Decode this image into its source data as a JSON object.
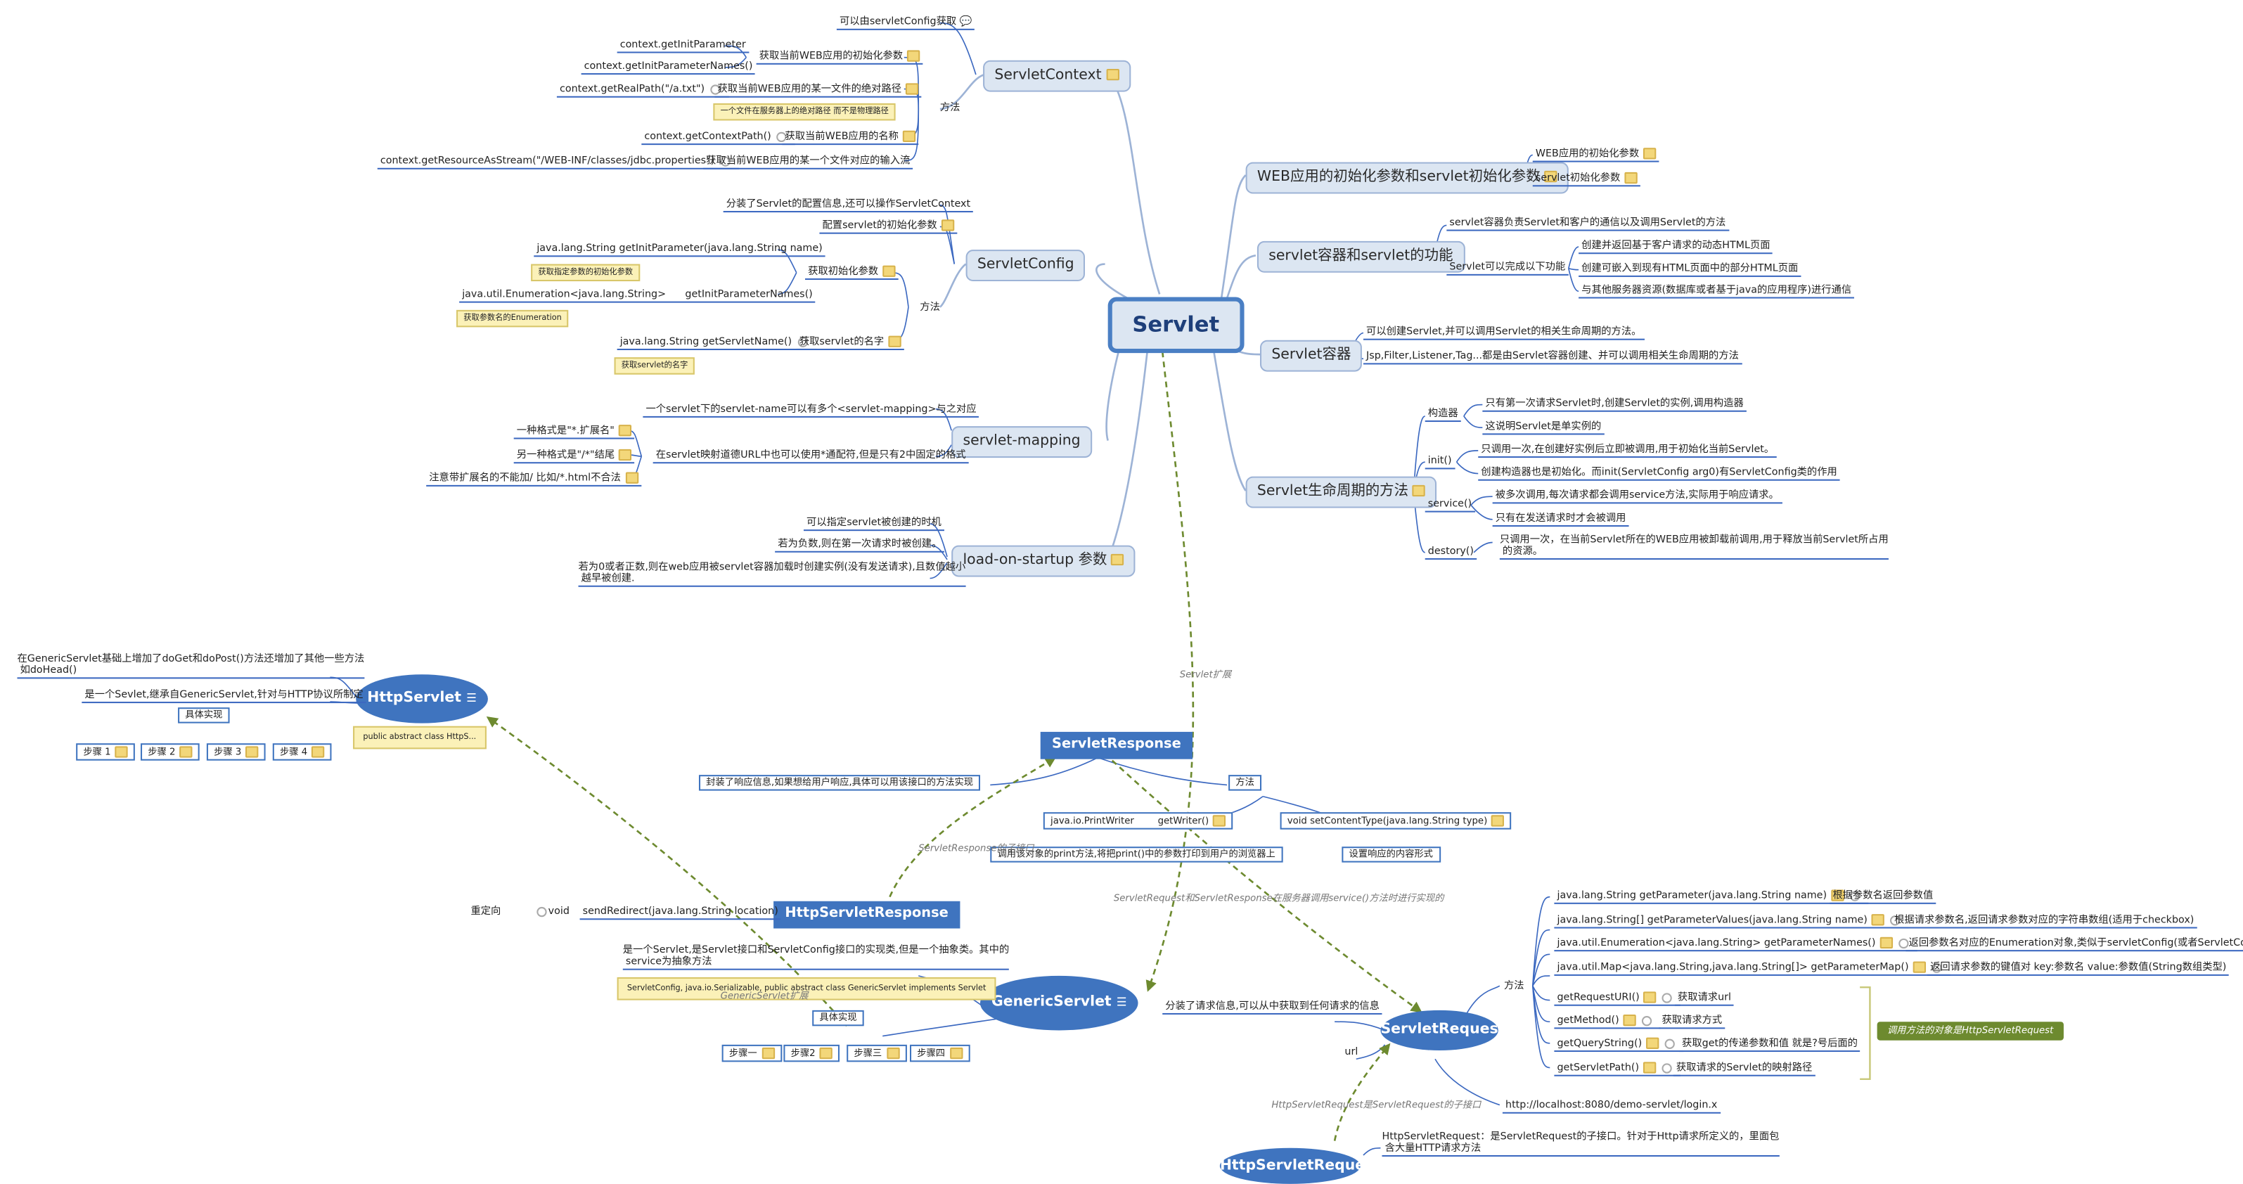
{
  "center": "Servlet",
  "servlet_context": {
    "title": "ServletContext",
    "top_item": "可以由servletConfig获取",
    "method_label": "方法",
    "methods": [
      {
        "code": "context.getInitParameter",
        "desc": "获取当前WEB应用的初始化参数"
      },
      {
        "code": "context.getInitParameterNames()",
        "desc": ""
      },
      {
        "code": "context.getRealPath(\"/a.txt\")",
        "desc": "获取当前WEB应用的某一文件的绝对路径",
        "note": "一个文件在服务器上的绝对路径 而不是物理路径"
      },
      {
        "code": "context.getContextPath()",
        "desc": "获取当前WEB应用的名称"
      },
      {
        "code": "context.getResourceAsStream(\"/WEB-INF/classes/jdbc.properties\")",
        "desc": "获取当前WEB应用的某一个文件对应的输入流"
      }
    ]
  },
  "servlet_config": {
    "title": "ServletConfig",
    "items": [
      "分装了Servlet的配置信息,还可以操作ServletContext",
      "配置servlet的初始化参数"
    ],
    "method_label": "方法",
    "init_params_label": "获取初始化参数",
    "m1": "java.lang.String getInitParameter(java.lang.String name)",
    "m1_note": "获取指定参数的初始化参数",
    "m2a": "java.util.Enumeration<java.lang.String>",
    "m2b": "getInitParameterNames()",
    "m2_note": "获取参数名的Enumeration",
    "m3": "java.lang.String getServletName()",
    "m3_label": "获取servlet的名字",
    "m3_note": "获取servlet的名字"
  },
  "servlet_mapping": {
    "title": "servlet-mapping",
    "i1": "一个servlet下的servlet-name可以有多个<servlet-mapping>与之对应",
    "i2": "在servlet映射道德URL中也可以使用*通配符,但是只有2中固定的格式",
    "s1": "一种格式是\"*.扩展名\"",
    "s2": "另一种格式是\"/*\"结尾",
    "s3": "注意带扩展名的不能加/ 比如/*.html不合法"
  },
  "load_on_startup": {
    "title": "load-on-startup 参数",
    "i1": "可以指定servlet被创建的时机",
    "i2": "若为负数,则在第一次请求时被创建。",
    "i3a": "若为0或者正数,则在web应用被servlet容器加载时创建实例(没有发送请求),且数值越小",
    "i3b": "越早被创建."
  },
  "web_init": {
    "title": "WEB应用的初始化参数和servlet初始化参数",
    "i1": "WEB应用的初始化参数",
    "i2": "servlet初始化参数"
  },
  "container_func": {
    "title": "servlet容器和servlet的功能",
    "i1": "servlet容器负责Servlet和客户的通信以及调用Servlet的方法",
    "i2": "Servlet可以完成以下功能",
    "s1": "创建并返回基于客户请求的动态HTML页面",
    "s2": "创建可嵌入到现有HTML页面中的部分HTML页面",
    "s3": "与其他服务器资源(数据库或者基于java的应用程序)进行通信"
  },
  "container": {
    "title": "Servlet容器",
    "i1": "可以创建Servlet,并可以调用Servlet的相关生命周期的方法。",
    "i2": "Jsp,Filter,Listener,Tag...都是由Servlet容器创建、并可以调用相关生命周期的方法"
  },
  "lifecycle": {
    "title": "Servlet生命周期的方法",
    "groups": [
      {
        "name": "构造器",
        "items": [
          "只有第一次请求Servlet时,创建Servlet的实例,调用构造器",
          "这说明Servlet是单实例的"
        ]
      },
      {
        "name": "init()",
        "items": [
          "只调用一次,在创建好实例后立即被调用,用于初始化当前Servlet。",
          "创建构造器也是初始化。而init(ServletConfig arg0)有ServletConfig类的作用"
        ]
      },
      {
        "name": "service()",
        "items": [
          "被多次调用,每次请求都会调用service方法,实际用于响应请求。",
          "只有在发送请求时才会被调用"
        ]
      },
      {
        "name": "destory()",
        "items": [
          "只调用一次，在当前Servlet所在的WEB应用被卸载前调用,用于释放当前Servlet所占用",
          "的资源。"
        ]
      }
    ]
  },
  "http_servlet": {
    "title": "HttpServlet",
    "i1a": "在GenericServlet基础上增加了doGet和doPost()方法还增加了其他一些方法",
    "i1b": "如doHead()",
    "i2": "是一个Sevlet,继承自GenericServlet,针对与HTTP协议所制定",
    "impl": "具体实现",
    "steps": [
      "步骤 1",
      "步骤 2",
      "步骤 3",
      "步骤 4"
    ],
    "note": "public abstract class HttpS..."
  },
  "servlet_response": {
    "title": "ServletResponse",
    "i1": "封装了响应信息,如果想给用户响应,具体可以用该接口的方法实现",
    "method_label": "方法",
    "m1a": "java.io.PrintWriter",
    "m1b": "getWriter()",
    "m1_desc": "调用该对象的print方法,将把print()中的参数打印到用户的浏览器上",
    "m2": "void setContentType(java.lang.String type)",
    "m2_desc": "设置响应的内容形式"
  },
  "http_servlet_response": {
    "title": "HttpServletResponse",
    "redirect": "重定向",
    "void": "void",
    "method": "sendRedirect(java.lang.String location)"
  },
  "generic_servlet": {
    "title": "GenericServlet",
    "i1a": "是一个Servlet,是Servlet接口和ServletConfig接口的实现类,但是一个抽象类。其中的",
    "i1b": "service为抽象方法",
    "note": "ServletConfig, java.io.Serializable, public abstract class GenericServlet implements Servlet",
    "impl": "具体实现",
    "steps": [
      "步骤一",
      "步骤2",
      "步骤三",
      "步骤四"
    ]
  },
  "servlet_request": {
    "title": "ServletRequest",
    "i1": "分装了请求信息,可以从中获取到任何请求的信息",
    "method_label": "方法",
    "url_label": "url",
    "url": "http://localhost:8080/demo-servlet/login.x",
    "methods": [
      {
        "code": "java.lang.String getParameter(java.lang.String name)",
        "desc": "根据参数名返回参数值"
      },
      {
        "code": "java.lang.String[]        getParameterValues(java.lang.String name)",
        "desc": "根据请求参数名,返回请求参数对应的字符串数组(适用于checkbox)"
      },
      {
        "code": "java.util.Enumeration<java.lang.String>        getParameterNames()",
        "desc": "返回参数名对应的Enumeration对象,类似于servletConfig(或者ServletContext)"
      },
      {
        "code": "java.util.Map<java.lang.String,java.lang.String[]>        getParameterMap()",
        "desc": "返回请求参数的键值对  key:参数名          value:参数值(String数组类型)"
      },
      {
        "code": "getRequestURI()",
        "desc": "获取请求url"
      },
      {
        "code": "getMethod()",
        "desc": "获取请求方式"
      },
      {
        "code": "getQueryString()",
        "desc": "获取get的传递参数和值  就是?号后面的"
      },
      {
        "code": "getServletPath()",
        "desc": "获取请求的Servlet的映射路径"
      }
    ],
    "bracket_label": "调用方法的对象是HttpServletRequest"
  },
  "http_servlet_request": {
    "title": "HttpServletRequest",
    "d1": "HttpServletRequest：是ServletRequest的子接口。针对于Http请求所定义的，里面包",
    "d2": "含大量HTTP请求方法"
  },
  "link_labels": {
    "servlet_ext": "Servlet扩展",
    "resp_sub": "ServletResponse的子接口",
    "generic_ext": "GenericServlet扩展",
    "req_resp_impl": "ServletRequest和ServletResponse在服务器调用service()方法时进行实现的",
    "req_sub": "HttpServletRequest是ServletRequest的子接口"
  }
}
